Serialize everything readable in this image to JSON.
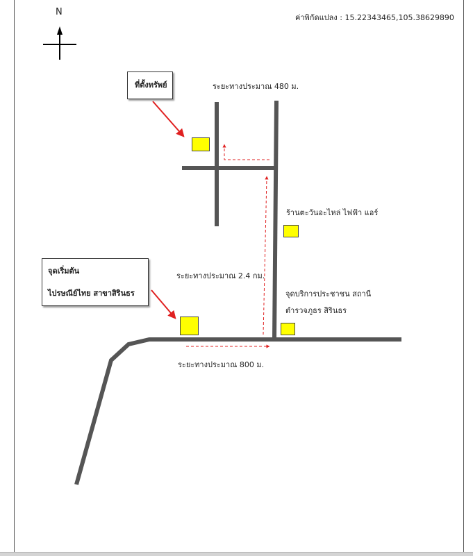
{
  "north_label": "N",
  "coordinates_text": "ค่าพิกัดแปลง : 15.22343465,105.38629890",
  "property_box": {
    "label": "ที่ตั้งทรัพย์"
  },
  "start_box": {
    "line1": "จุดเริ่มต้น",
    "line2": "ไปรษณีย์ไทย สาขาสิรินธร"
  },
  "distance_labels": {
    "top": "ระยะทางประมาณ 480 ม.",
    "middle": "ระยะทางประมาณ 2.4 กม.",
    "bottom": "ระยะทางประมาณ 800 ม."
  },
  "landmarks": {
    "shop": "ร้านตะวันอะไหล่ ไฟฟ้า แอร์",
    "service_line1": "จุดบริการประชาชน สถานี",
    "service_line2": "ตำรวจภูธร สิรินธร"
  },
  "colors": {
    "road": "#555555",
    "marker": "#ffff00",
    "route": "#e02020",
    "pointer": "#e02020"
  }
}
